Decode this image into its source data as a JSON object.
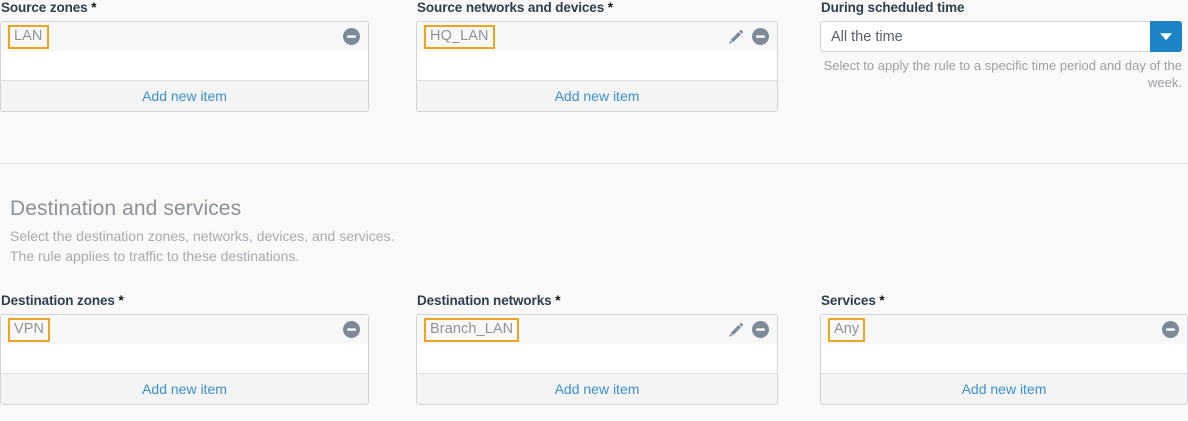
{
  "source_section": {
    "source_zones": {
      "label": "Source zones",
      "required_marker": "*",
      "items": [
        {
          "value": "LAN",
          "has_edit": false,
          "has_remove": true
        }
      ],
      "add_label": "Add new item"
    },
    "source_networks": {
      "label": "Source networks and devices",
      "required_marker": "*",
      "items": [
        {
          "value": "HQ_LAN",
          "has_edit": true,
          "has_remove": true
        }
      ],
      "add_label": "Add new item"
    },
    "scheduled_time": {
      "label": "During scheduled time",
      "required_marker": "",
      "selected": "All the time",
      "hint": "Select to apply the rule to a specific time period and day of the week."
    }
  },
  "destination_section": {
    "title": "Destination and services",
    "subtitle_line1": "Select the destination zones, networks, devices, and services.",
    "subtitle_line2": "The rule applies to traffic to these destinations.",
    "destination_zones": {
      "label": "Destination zones",
      "required_marker": "*",
      "items": [
        {
          "value": "VPN",
          "has_edit": false,
          "has_remove": true
        }
      ],
      "add_label": "Add new item"
    },
    "destination_networks": {
      "label": "Destination networks",
      "required_marker": "*",
      "items": [
        {
          "value": "Branch_LAN",
          "has_edit": true,
          "has_remove": true
        }
      ],
      "add_label": "Add new item"
    },
    "services": {
      "label": "Services",
      "required_marker": "*",
      "items": [
        {
          "value": "Any",
          "has_edit": false,
          "has_remove": true
        }
      ],
      "add_label": "Add new item"
    }
  },
  "icons": {
    "edit": "pencil-icon",
    "remove": "minus-circle-icon",
    "dropdown": "chevron-down-icon"
  },
  "colors": {
    "chip_border": "#eda520",
    "link": "#3b8fcd",
    "dropdown_button": "#1a84c7",
    "label_text": "#2e3e4e",
    "page_background": "#f9f9f9"
  }
}
